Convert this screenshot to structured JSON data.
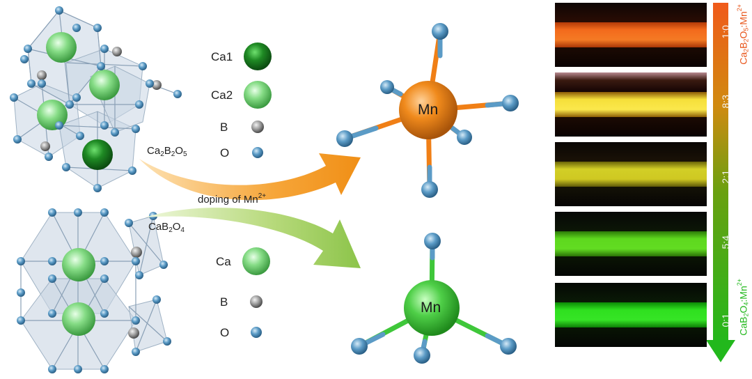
{
  "legend_top": {
    "items": [
      {
        "label": "Ca1",
        "color": "#1e7a22"
      },
      {
        "label": "Ca2",
        "color": "#7fd881"
      },
      {
        "label": "B",
        "color": "#8a8a8a"
      },
      {
        "label": "O",
        "color": "#4a86b0"
      }
    ]
  },
  "legend_bottom": {
    "items": [
      {
        "label": "Ca",
        "color": "#7fd881"
      },
      {
        "label": "B",
        "color": "#8a8a8a"
      },
      {
        "label": "O",
        "color": "#4a86b0"
      }
    ]
  },
  "formulas": {
    "top": {
      "base1": "Ca",
      "sub1": "2",
      "base2": "B",
      "sub2": "2",
      "base3": "O",
      "sub3": "5"
    },
    "bottom": {
      "base1": "CaB",
      "sub1": "2",
      "base2": "O",
      "sub2": "4"
    }
  },
  "arrow_label": {
    "text": "doping of Mn",
    "sup": "2+"
  },
  "center_label": {
    "top": "Mn",
    "bottom": "Mn"
  },
  "panels": [
    {
      "ratio": "1:0",
      "color": "#f36a1c"
    },
    {
      "ratio": "8:3",
      "color": "#f5df3a"
    },
    {
      "ratio": "2:1",
      "color": "#d2cf26"
    },
    {
      "ratio": "5:4",
      "color": "#5ed81e"
    },
    {
      "ratio": "0:1",
      "color": "#2fe01f"
    }
  ],
  "bar_labels": {
    "top": {
      "a": "Ca",
      "s1": "2",
      "b": "B",
      "s2": "2",
      "c": "O",
      "s3": "5",
      "d": ":Mn",
      "sup": "2+"
    },
    "bottom": {
      "a": "CaB",
      "s1": "2",
      "b": "O",
      "s2": "4",
      "d": ":Mn",
      "sup": "2+"
    }
  },
  "colors": {
    "orange": "#f07f16",
    "green": "#22c01e",
    "oxygen": "#4a86b0"
  }
}
